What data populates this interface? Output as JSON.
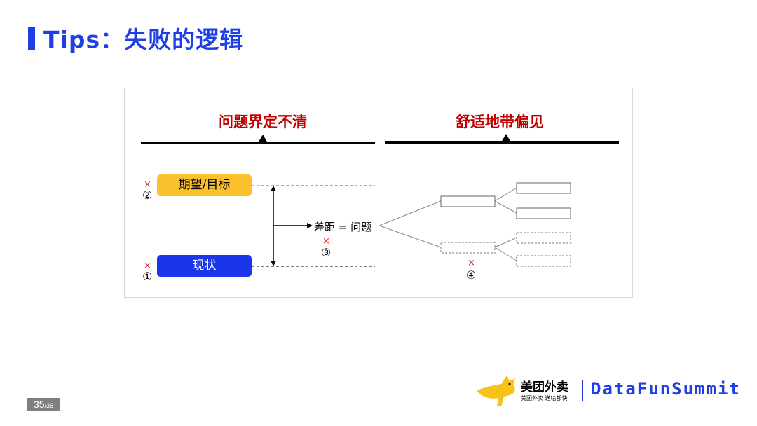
{
  "header": {
    "title": "Tips：失败的逻辑"
  },
  "diagram": {
    "left_title": "问题界定不清",
    "right_title": "舒适地带偏见",
    "expectation_label": "期望/目标",
    "status_label": "现状",
    "gap_label": "差距 = 问题",
    "x_mark": "×",
    "num_1": "①",
    "num_2": "②",
    "num_3": "③",
    "num_4": "④",
    "colors": {
      "title_red": "#c00000",
      "yellow": "#fbc02d",
      "blue": "#1b36e8",
      "x_red": "#e01b1b"
    }
  },
  "footer": {
    "page_current": "35",
    "page_total": "/36",
    "brand_cn": "美团外卖",
    "brand_sub": "美团外卖 送啥都快",
    "brand_name": "DataFunSummit"
  }
}
